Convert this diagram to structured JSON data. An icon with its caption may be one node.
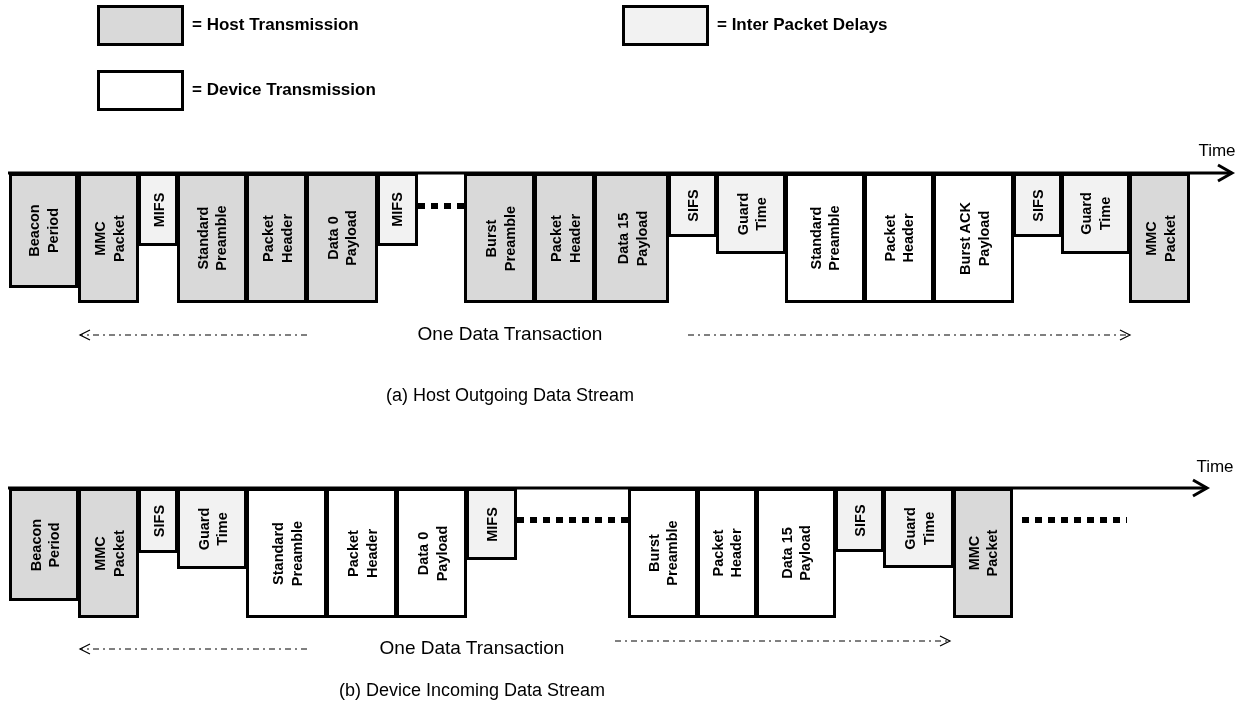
{
  "diagram": {
    "nodes": [
      {
        "text": [
          "Beacon Period"
        ]
      },
      {
        "text": [
          "MMC Packet"
        ]
      },
      {
        "text": [
          "MIFS"
        ]
      },
      {
        "text": [
          "Standard Preamble"
        ]
      },
      {
        "text": [
          "Packet Header"
        ]
      },
      {
        "text": [
          "Data 0 Payload"
        ]
      },
      {
        "text": [
          "MIFS"
        ]
      },
      {
        "text": [
          "Burst Preamble"
        ]
      },
      {
        "text": [
          "Packet Header"
        ]
      },
      {
        "text": [
          "Data 15 Payload"
        ]
      },
      {
        "text": [
          "SIFS"
        ]
      },
      {
        "text": [
          "Guard Time"
        ]
      },
      {
        "text": [
          "Standard Preamble"
        ]
      },
      {
        "text": [
          "Packet Header"
        ]
      },
      {
        "text": [
          "Burst ACK Payload"
        ]
      },
      {
        "text": [
          "SIFS"
        ]
      },
      {
        "text": [
          "Guard Time"
        ]
      },
      {
        "text": [
          "MMC Packet"
        ]
      },
      {
        "text": [
          "Beacon Period"
        ]
      },
      {
        "text": [
          "MMC Packet"
        ]
      },
      {
        "text": [
          "SIFS"
        ]
      },
      {
        "text": [
          "Guard Time"
        ]
      },
      {
        "text": [
          "Standard Preamble"
        ]
      },
      {
        "text": [
          "Packet Header"
        ]
      },
      {
        "text": [
          "Data 0 Payload"
        ]
      },
      {
        "text": [
          "MIFS"
        ]
      },
      {
        "text": [
          "Burst Preamble"
        ]
      },
      {
        "text": [
          "Packet Header"
        ]
      },
      {
        "text": [
          "Data 15 Payload"
        ]
      },
      {
        "text": [
          "SIFS"
        ]
      },
      {
        "text": [
          "Guard Time"
        ]
      },
      {
        "text": [
          "MMC Packet"
        ]
      }
    ],
    "labels": [
      "Time",
      "One Data Transaction",
      "(a) Host Outgoing Data Stream",
      "Time",
      "One Data Transaction",
      "(b) Device Incoming Data Stream"
    ],
    "legend": [
      {
        "text": "= Host Transmission",
        "color": "#d9d9d9"
      },
      {
        "text": "= Inter Packet Delays",
        "color": "#f2f2f2"
      },
      {
        "text": "= Device Transmission",
        "color": "#ffffff"
      }
    ]
  }
}
